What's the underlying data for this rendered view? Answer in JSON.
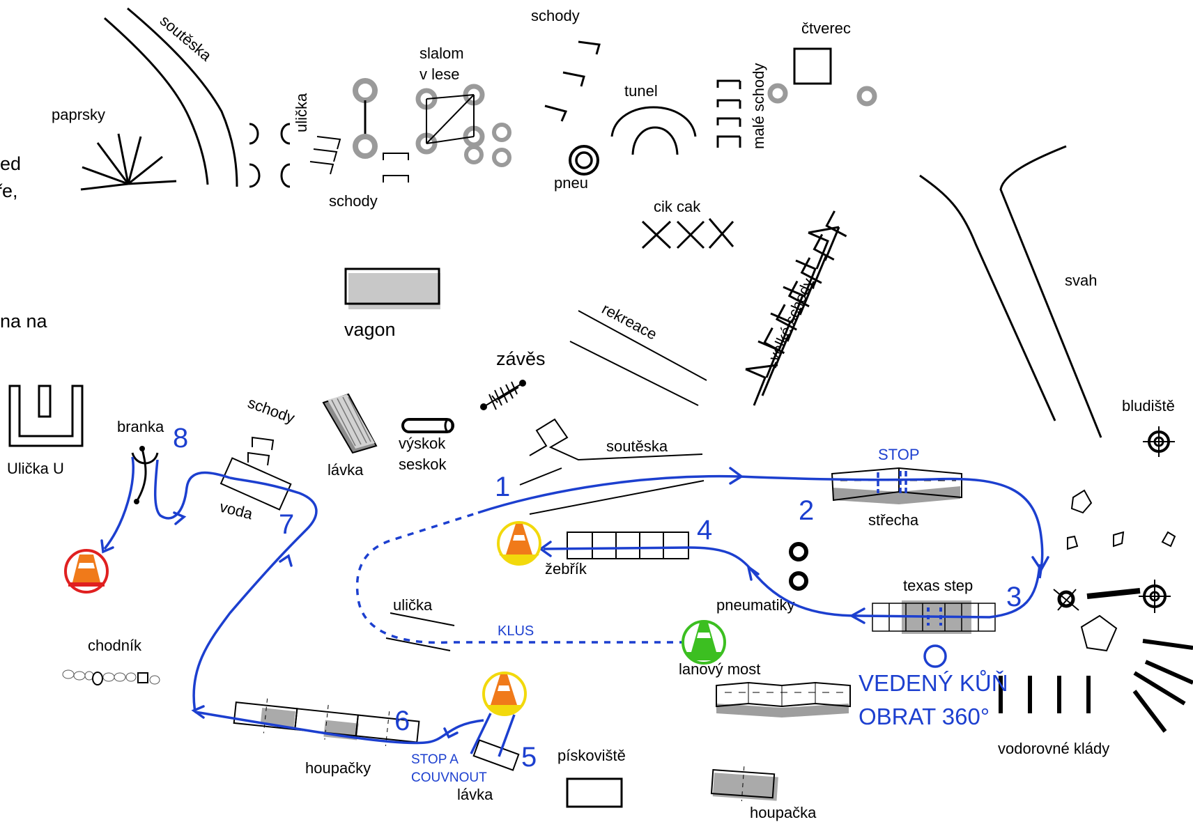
{
  "colors": {
    "route": "#1c3fcf",
    "obstacle": "#000000",
    "ring": "#9a9a9a",
    "cone_red": "#e02020",
    "cone_yellow": "#f2d90c",
    "cone_green": "#3cbf21",
    "cone_orange": "#f07a1a"
  },
  "labels": {
    "edge_1": "ed",
    "edge_2": "ře,",
    "edge_3": "na na",
    "souteska_top": "soutěska",
    "paprsky": "paprsky",
    "ulicka_top": "ulička",
    "schody_top": "schody",
    "slalom_1": "slalom",
    "slalom_2": "v lese",
    "schody_upper": "schody",
    "pneu": "pneu",
    "tunel": "tunel",
    "male_schody": "malé schody",
    "ctverec": "čtverec",
    "cik_cak": "cik cak",
    "vagon": "vagon",
    "rekreace": "rekreace",
    "zaves": "závěs",
    "velke_schody": "velké schody",
    "svah": "svah",
    "bludiste": "bludiště",
    "ulicka_u": "Ulička U",
    "branka": "branka",
    "schody_mid": "schody",
    "lavka_mid": "lávka",
    "vyskok": "výskok",
    "seskok": "seskok",
    "souteska_mid": "soutěska",
    "voda": "voda",
    "strecha": "střecha",
    "zebrik": "žebřík",
    "pneumatiky": "pneumatiky",
    "texas_step": "texas step",
    "ulicka_mid": "ulička",
    "chodnik": "chodník",
    "lanovy_most": "lanový most",
    "houpacky": "houpačky",
    "lavka_bottom": "lávka",
    "piskoviste": "pískoviště",
    "houpacka": "houpačka",
    "vodorovne_klady": "vodorovné klády"
  },
  "route": {
    "stop": "STOP",
    "klus": "KLUS",
    "stop_couvnout_1": "STOP A",
    "stop_couvnout_2": "COUVNOUT",
    "vedeny_1": "VEDENÝ KŮŇ",
    "vedeny_2": "OBRAT 360°",
    "numbers": [
      "1",
      "2",
      "3",
      "4",
      "5",
      "6",
      "7",
      "8"
    ]
  }
}
